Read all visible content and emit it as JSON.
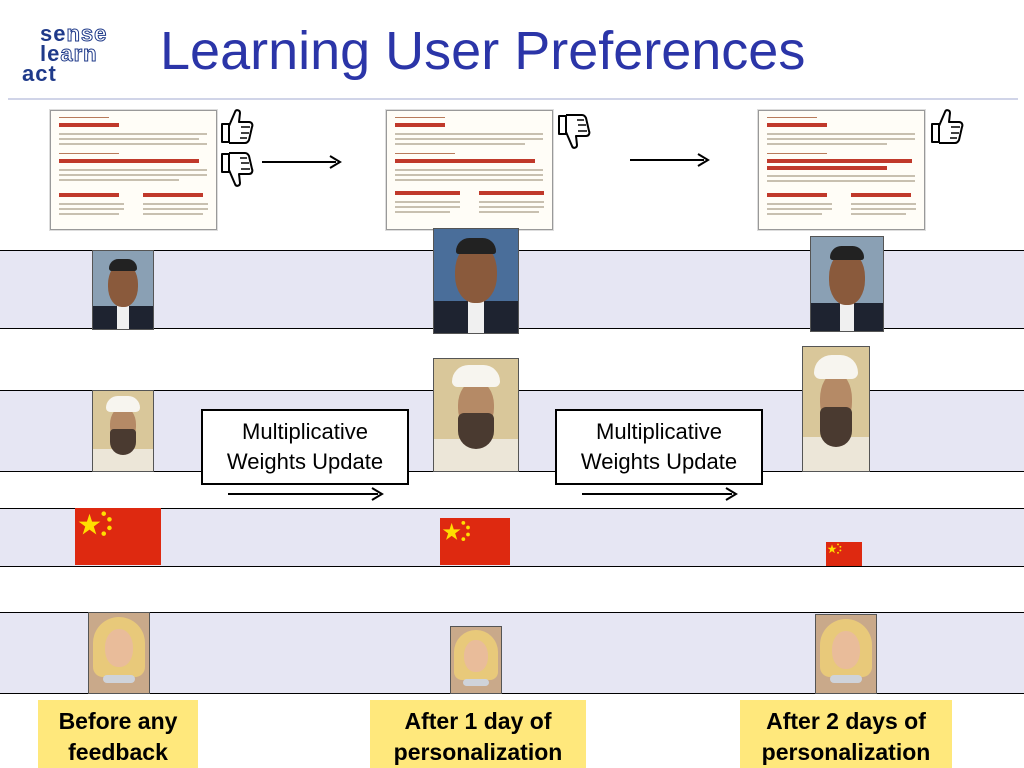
{
  "logo": {
    "line1_a": "se",
    "line1_b": "nse",
    "line2_a": "le",
    "line2_b": "arn",
    "line3_a": "act",
    "line3_b": ""
  },
  "title": "Learning User Preferences",
  "updates": [
    {
      "line1": "Multiplicative",
      "line2": "Weights Update"
    },
    {
      "line1": "Multiplicative",
      "line2": "Weights Update"
    }
  ],
  "captions": [
    {
      "line1": "Before any",
      "line2": "feedback"
    },
    {
      "line1": "After 1 day of",
      "line2": "personalization"
    },
    {
      "line1": "After 2 days of",
      "line2": "personalization"
    }
  ],
  "stages": [
    {
      "feedback": [
        "thumbs-up-icon",
        "thumbs-down-icon"
      ],
      "weights": {
        "obama": 0.58,
        "bin_laden": 0.58,
        "china": 1.0,
        "britney": 0.58
      }
    },
    {
      "feedback": [
        "thumbs-down-icon"
      ],
      "weights": {
        "obama": 1.0,
        "bin_laden": 1.0,
        "china": 0.7,
        "britney": 0.6
      }
    },
    {
      "feedback": [
        "thumbs-up-icon"
      ],
      "weights": {
        "obama": 0.8,
        "bin_laden": 1.0,
        "china": 0.37,
        "britney": 0.6
      }
    }
  ],
  "colors": {
    "title": "#2b35a8",
    "band": "#e6e6f3",
    "caption_bg": "#ffe87c",
    "flag_red": "#de2910",
    "flag_star": "#ffde00"
  }
}
